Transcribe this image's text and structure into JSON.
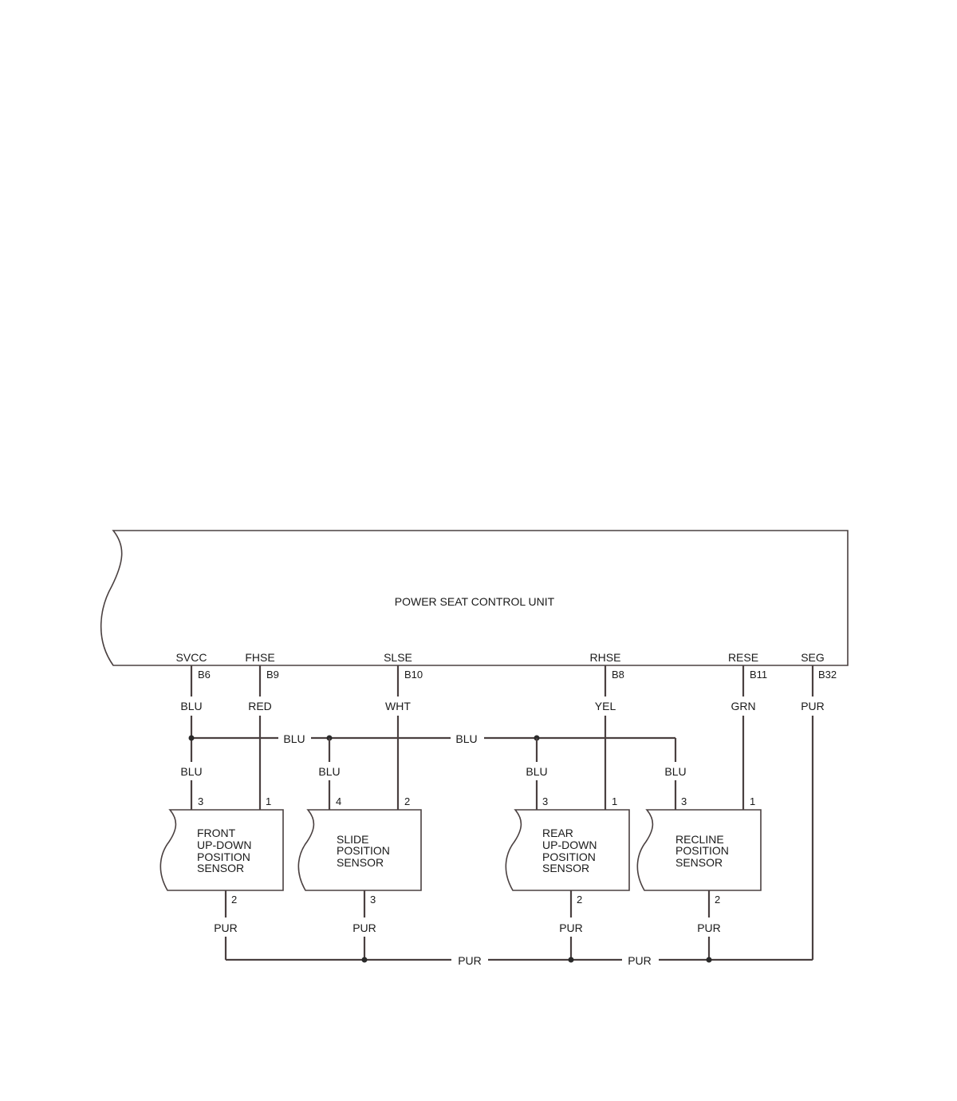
{
  "control_unit": {
    "title": "POWER SEAT CONTROL UNIT",
    "terminals": [
      {
        "name": "SVCC",
        "pin": "B6",
        "wire": "BLU"
      },
      {
        "name": "FHSE",
        "pin": "B9",
        "wire": "RED"
      },
      {
        "name": "SLSE",
        "pin": "B10",
        "wire": "WHT"
      },
      {
        "name": "RHSE",
        "pin": "B8",
        "wire": "YEL"
      },
      {
        "name": "RESE",
        "pin": "B11",
        "wire": "GRN"
      },
      {
        "name": "SEG",
        "pin": "B32",
        "wire": "PUR"
      }
    ]
  },
  "bus_labels": {
    "blu_left": "BLU",
    "blu_mid": "BLU",
    "pur_left": "PUR",
    "pur_right": "PUR"
  },
  "sensors": [
    {
      "lines": [
        "FRONT",
        "UP-DOWN",
        "POSITION",
        "SENSOR"
      ],
      "supply_pin": "3",
      "supply_wire": "BLU",
      "signal_pin": "1",
      "ground_pin": "2",
      "ground_wire": "PUR"
    },
    {
      "lines": [
        "SLIDE",
        "POSITION",
        "SENSOR"
      ],
      "supply_pin": "4",
      "supply_wire": "BLU",
      "signal_pin": "2",
      "ground_pin": "3",
      "ground_wire": "PUR"
    },
    {
      "lines": [
        "REAR",
        "UP-DOWN",
        "POSITION",
        "SENSOR"
      ],
      "supply_pin": "3",
      "supply_wire": "BLU",
      "signal_pin": "1",
      "ground_pin": "2",
      "ground_wire": "PUR"
    },
    {
      "lines": [
        "RECLINE",
        "POSITION",
        "SENSOR"
      ],
      "supply_pin": "3",
      "supply_wire": "BLU",
      "signal_pin": "1",
      "ground_pin": "2",
      "ground_wire": "PUR"
    }
  ]
}
